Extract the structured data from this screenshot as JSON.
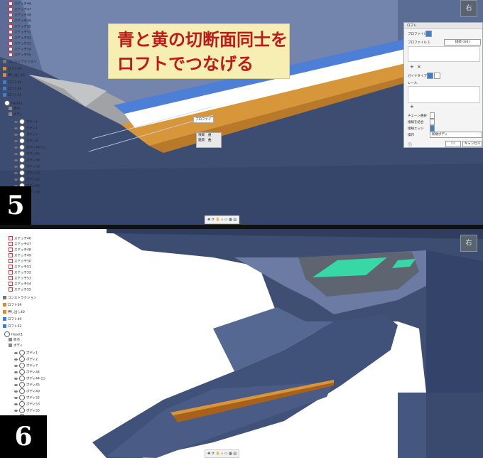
{
  "colors": {
    "body_surface": "#3f4f74",
    "body_light": "#5f719a",
    "background_blue": "#6f7fa6",
    "orange_band": "#d8963b",
    "blue_band": "#4d7fd6",
    "banner_bg": "#f7eeb3",
    "banner_text": "#c11818",
    "accent_green": "#38d7a6"
  },
  "step5": {
    "number": "5",
    "banner_line1": "青と黄の切断面同士を",
    "banner_line2": "ロフトでつなげる",
    "viewcube_label": "右",
    "browser": {
      "sketches": [
        "スケッチ46",
        "スケッチ47",
        "スケッチ48",
        "スケッチ49",
        "スケッチ50",
        "スケッチ51",
        "スケッチ52",
        "スケッチ53",
        "スケッチ54",
        "スケッチ55"
      ],
      "construction": "コンストラクション",
      "features": [
        "ロフト39",
        "押し出し40",
        "ロフト49",
        "ロフト50",
        "ロフト51"
      ],
      "component": "Head:1",
      "origin": "原点",
      "bodies_folder": "ボディ",
      "bodies": [
        "ボディ1",
        "ボディ2",
        "ボディ7",
        "ボディ8",
        "ボディ44 (1)",
        "ボディ45",
        "ボディ49",
        "ボディ52",
        "ボディ53",
        "ボディ55",
        "ボディ56",
        "ボディ58"
      ]
    },
    "dialog": {
      "title": "ロフト",
      "profile_label": "プロファイル",
      "profile1": "プロファイル 1",
      "profile2_option": "接続 (G0)",
      "guide_type_label": "ガイドタイプ",
      "rail_label": "レール",
      "chain_label": "チェーン選択",
      "merge_label": "接線を結合",
      "merge_edges_label": "接線エッジ",
      "operation_label": "操作",
      "operation_value": "新規ボディ",
      "ok_label": "OK",
      "cancel_label": "キャンセル"
    },
    "tooltip_profile": "プロファイ",
    "tooltip_rows": [
      "項目",
      "値",
      "連続",
      "曲"
    ]
  },
  "step6": {
    "number": "6",
    "viewcube_label": "右",
    "browser": {
      "sketches": [
        "スケッチ46",
        "スケッチ47",
        "スケッチ48",
        "スケッチ49",
        "スケッチ50",
        "スケッチ51",
        "スケッチ52",
        "スケッチ53",
        "スケッチ54",
        "スケッチ55"
      ],
      "construction": "コンストラクション",
      "features": [
        "ロフト39",
        "押し出し40",
        "ロフト49",
        "ロフト52"
      ],
      "component": "Head:1",
      "origin": "原点",
      "bodies_folder": "ボディ",
      "bodies": [
        "ボディ1",
        "ボディ2",
        "ボディ7",
        "ボディ44",
        "ボディ44 (1)",
        "ボディ45",
        "ボディ49",
        "ボディ52",
        "ボディ53",
        "ボディ55",
        "ボディ56"
      ]
    }
  }
}
